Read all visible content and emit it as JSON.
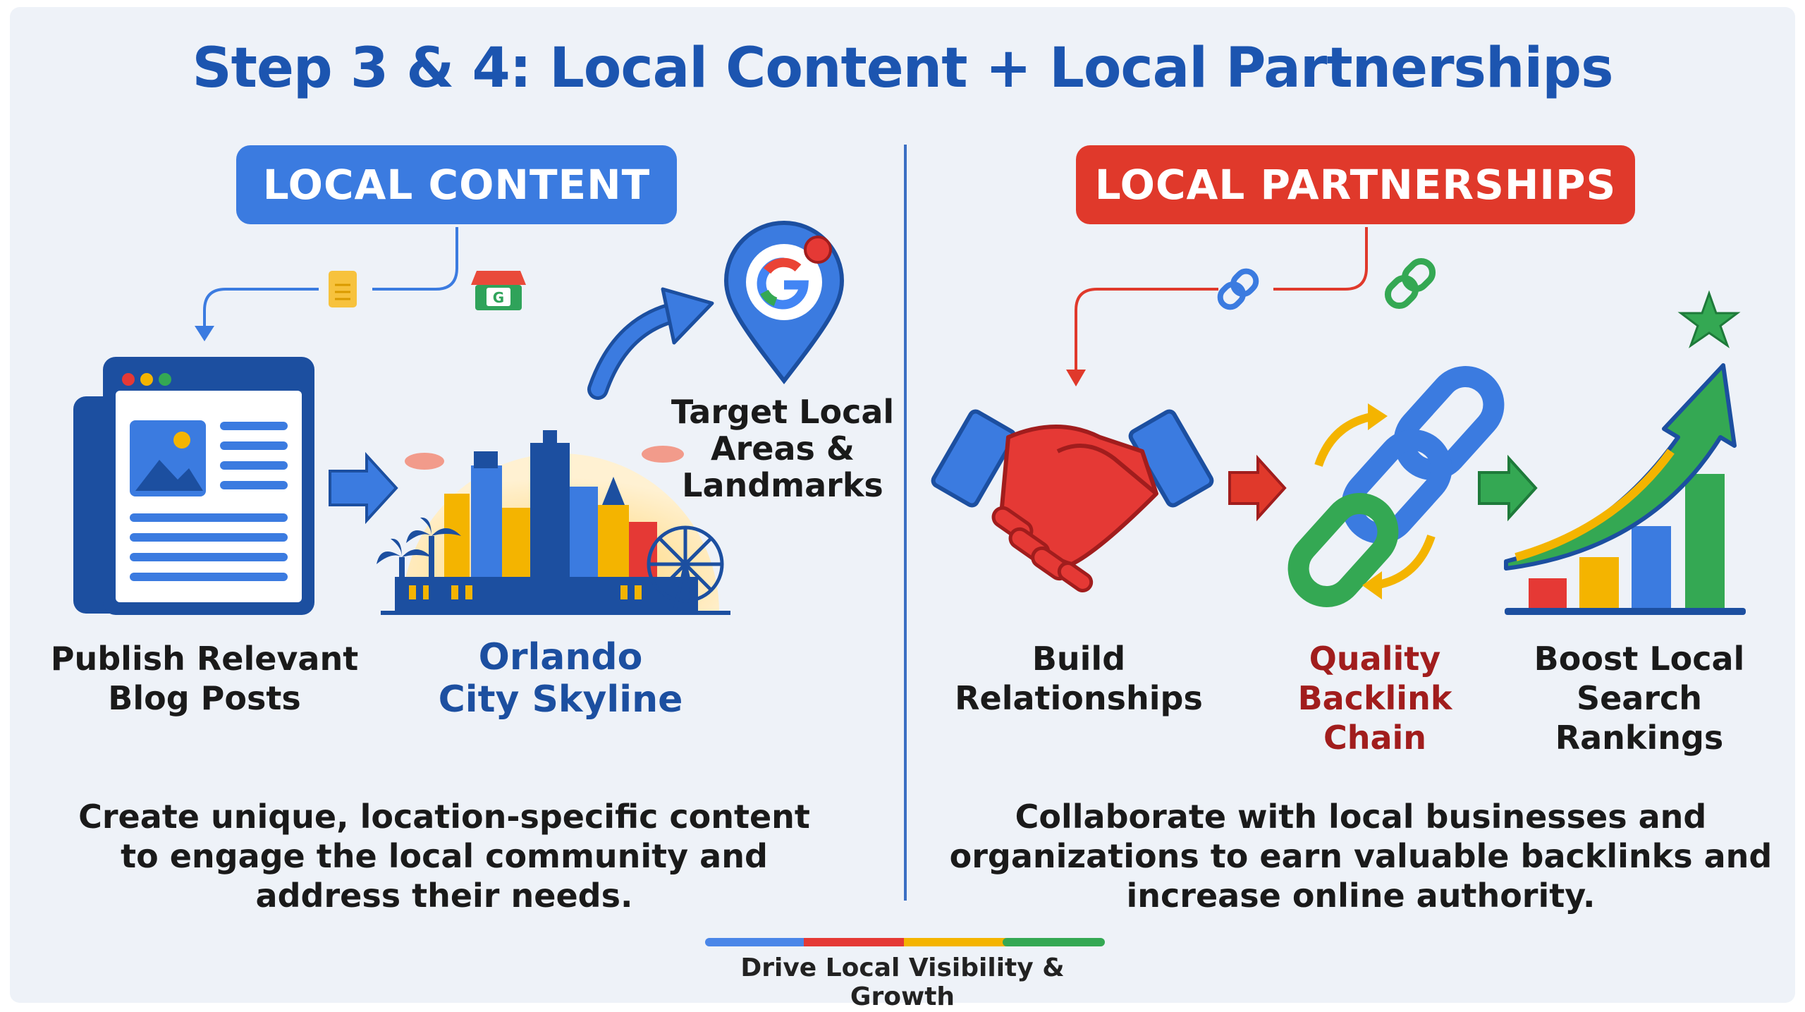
{
  "title": "Step 3 & 4: Local Content + Local Partnerships",
  "left": {
    "badge": "LOCAL CONTENT",
    "steps": [
      {
        "label_line1": "Publish Relevant",
        "label_line2": "Blog Posts"
      },
      {
        "label_line1": "Orlando",
        "label_line2": "City Skyline"
      }
    ],
    "target": {
      "line1": "Target Local",
      "line2": "Areas &",
      "line3": "Landmarks"
    },
    "description": {
      "line1": "Create unique, location-specific content",
      "line2": "to engage the local community and",
      "line3": "address their needs."
    }
  },
  "right": {
    "badge": "LOCAL PARTNERSHIPS",
    "steps": [
      {
        "line1": "Build",
        "line2": "Relationships"
      },
      {
        "line1": "Quality",
        "line2": "Backlink",
        "line3": "Chain"
      },
      {
        "line1": "Boost Local",
        "line2": "Search",
        "line3": "Rankings"
      }
    ],
    "description": {
      "line1": "Collaborate with local businesses and",
      "line2": "organizations to earn valuable backlinks and",
      "line3": "increase online authority."
    }
  },
  "footer": {
    "text": "Drive Local Visibility & Growth",
    "colors": [
      "#4a86e8",
      "#e53935",
      "#f4b400",
      "#34a853"
    ]
  },
  "icons": {
    "blog": "blog-page-icon",
    "doc": "document-icon",
    "store": "google-store-icon",
    "pin": "google-map-pin-icon",
    "handshake": "handshake-icon",
    "chain": "chain-link-icon",
    "growth": "growth-chart-icon",
    "star": "star-icon"
  },
  "colors": {
    "blue": "#3b7be0",
    "red": "#e0392b",
    "yellow": "#f4b400",
    "green": "#34a853",
    "title": "#1c55b0"
  }
}
